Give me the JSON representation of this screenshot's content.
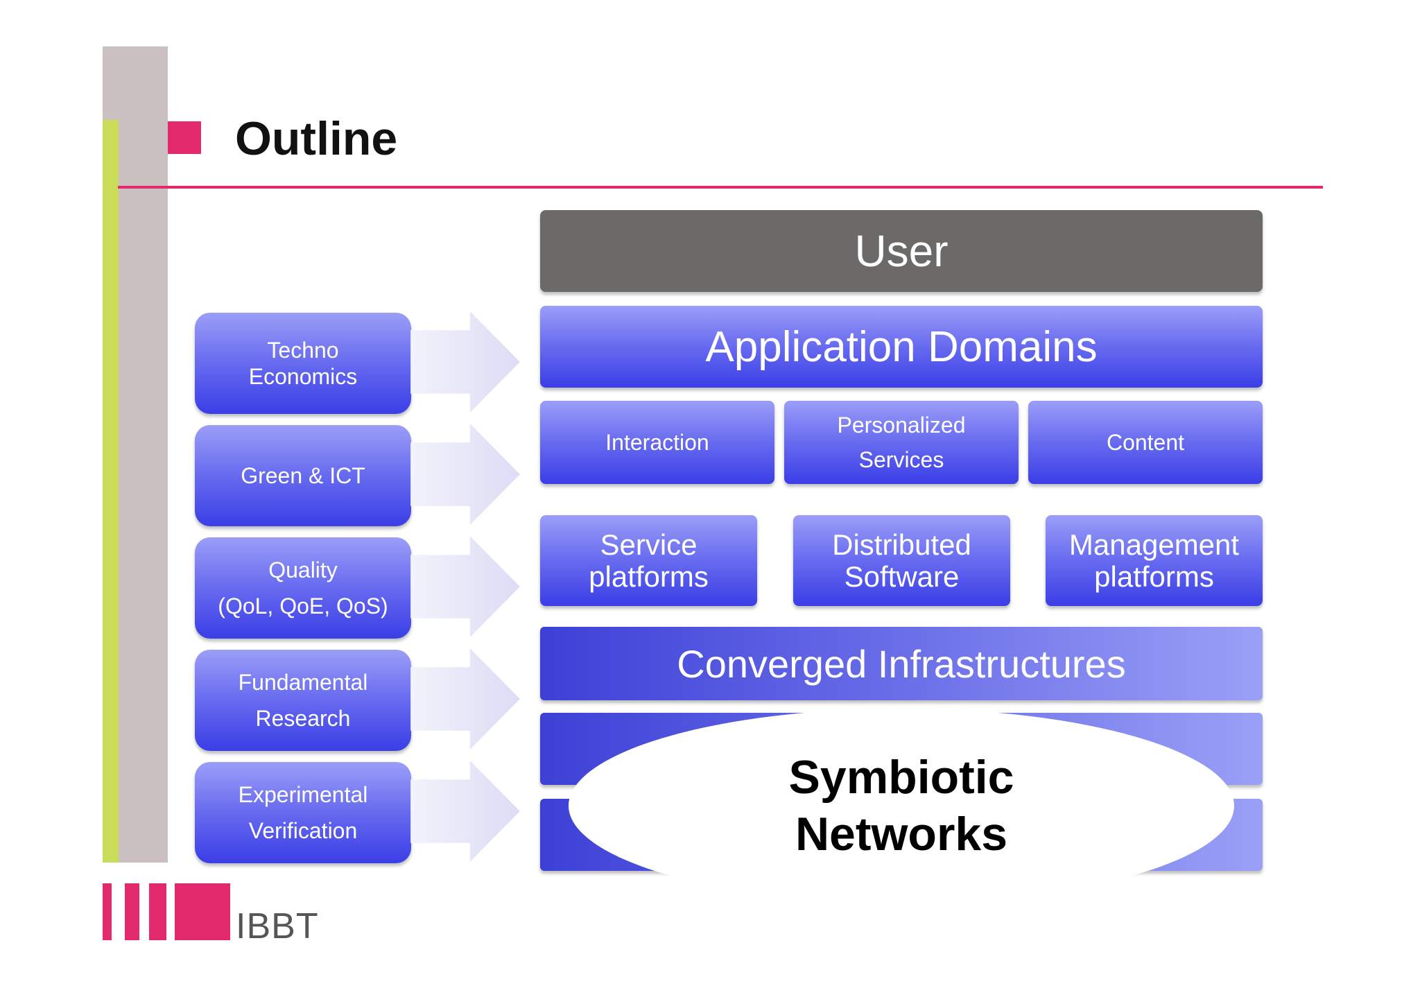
{
  "slide": {
    "title": "Outline"
  },
  "left_column": [
    {
      "line1": "Techno",
      "line2": "Economics"
    },
    {
      "line1": "Green & ICT",
      "line2": ""
    },
    {
      "line1": "Quality",
      "line2": "(QoL, QoE, QoS)"
    },
    {
      "line1": "Fundamental",
      "line2": "Research"
    },
    {
      "line1": "Experimental",
      "line2": "Verification"
    }
  ],
  "stack": {
    "user": "User",
    "application_domains": "Application Domains",
    "domains": [
      {
        "line1": "Interaction",
        "line2": ""
      },
      {
        "line1": "Personalized",
        "line2": "Services"
      },
      {
        "line1": "Content",
        "line2": ""
      }
    ],
    "platforms": [
      {
        "line1": "Service",
        "line2": "platforms"
      },
      {
        "line1": "Distributed",
        "line2": "Software"
      },
      {
        "line1": "Management",
        "line2": "platforms"
      }
    ],
    "converged": "Converged Infrastructures",
    "overlay_line1": "Symbiotic",
    "overlay_line2": "Networks"
  },
  "logo": {
    "text": "IBBT",
    "color": "#e2296b"
  },
  "colors": {
    "accent": "#e2296b",
    "green_bar": "#c9dc5a",
    "gray_bar": "#cbc0c0",
    "user_bar": "#6b6a69",
    "blue_dark": "#3a3ee6",
    "blue_light": "#9b9ef7"
  }
}
